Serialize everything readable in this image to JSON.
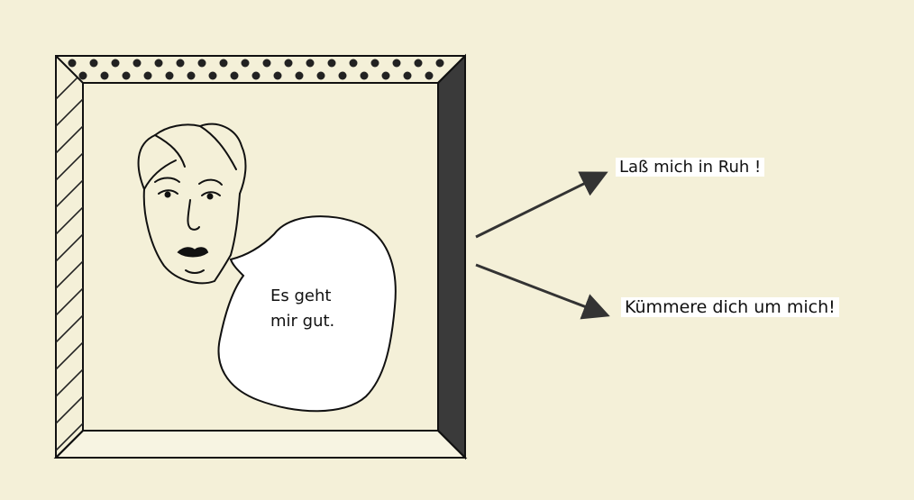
{
  "speech_bubble": {
    "line1": "Es geht",
    "line2": "mir gut."
  },
  "arrow_labels": {
    "top": "Laß mich in Ruh !",
    "bottom": "Kümmere dich um mich!"
  },
  "colors": {
    "background": "#f4f0d8",
    "ink": "#111111",
    "frame_dark_side": "#3a3a3a"
  }
}
